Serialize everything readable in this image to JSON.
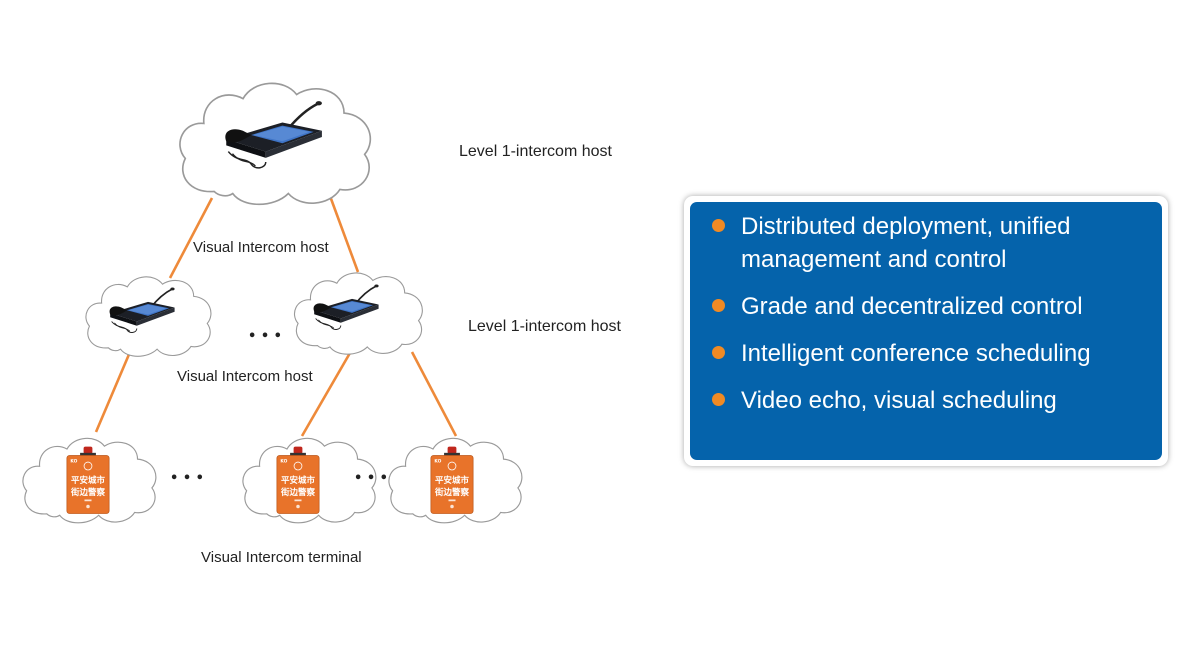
{
  "labels": {
    "top_level": "Level 1-intercom host",
    "mid_level": "Level 1-intercom host",
    "host_left_upper": "Visual Intercom host",
    "host_left_lower": "Visual Intercom host",
    "terminal": "Visual Intercom terminal",
    "ellipsis": "• • •"
  },
  "terminal_sign": {
    "line1": "平安城市",
    "line2": "街边警察"
  },
  "panel": {
    "bullets": [
      "Distributed deployment, unified management and control",
      "Grade and decentralized control",
      "Intelligent conference scheduling",
      "Video echo, visual scheduling"
    ]
  },
  "colors": {
    "panel_blue": "#0563AB",
    "bullet_orange": "#F08A24",
    "connector_orange": "#EE8A3A",
    "terminal_orange": "#E8732A",
    "cloud_stroke": "#9A9A9A"
  }
}
